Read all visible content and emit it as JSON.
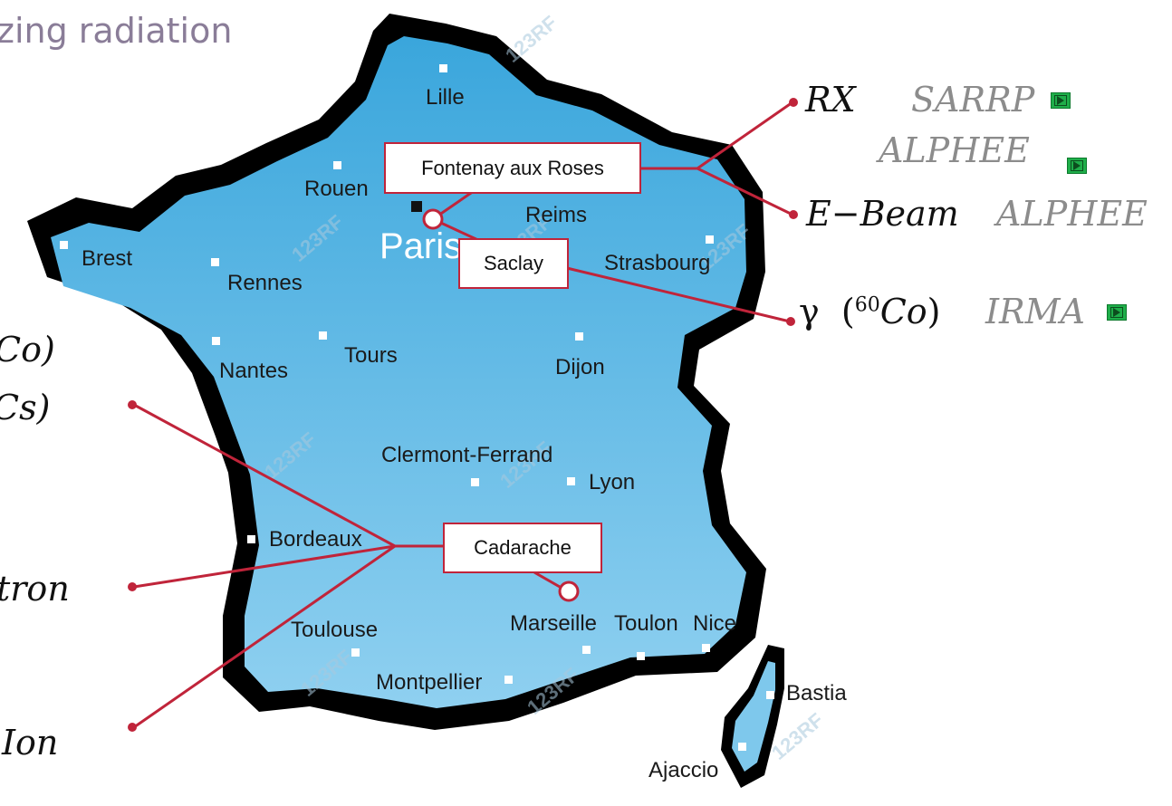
{
  "title": "zing radiation",
  "cities": [
    "Lille",
    "Rouen",
    "Paris",
    "Reims",
    "Brest",
    "Rennes",
    "Strasbourg",
    "Nantes",
    "Tours",
    "Dijon",
    "Clermont-Ferrand",
    "Lyon",
    "Bordeaux",
    "Marseille",
    "Toulon",
    "Nice",
    "Toulouse",
    "Montpellier",
    "Bastia",
    "Ajaccio"
  ],
  "sites": {
    "fontenay": "Fontenay aux Roses",
    "saclay": "Saclay",
    "cadarache": "Cadarache"
  },
  "right_labels": {
    "rx": "RX",
    "sarrp": "SARRP",
    "alphee_1": "ALPHEE",
    "ebeam": "E−Beam",
    "alphee_2": "ALPHEE",
    "gamma": "γ",
    "co_mass": "60",
    "co_symbol": "Co",
    "irma": "IRMA"
  },
  "left_labels": {
    "co_partial": "Co)",
    "cs_partial": "Cs)",
    "tron_partial": "tron",
    "ion_partial": "Ion"
  },
  "watermark": "123RF",
  "colors": {
    "map_fill": "#5bb6e2",
    "map_border": "#000000",
    "accent_red": "#c0243a",
    "play_green": "#1fae4a"
  }
}
